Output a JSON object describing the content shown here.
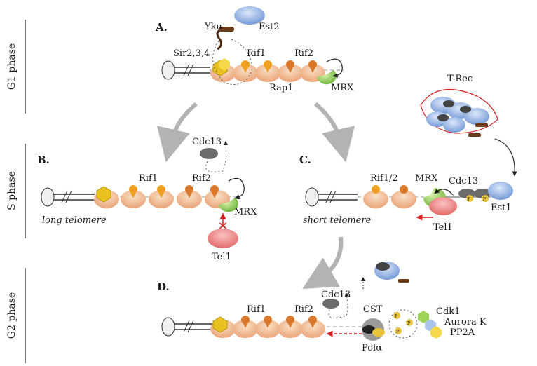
{
  "phases": {
    "g1": "G1 phase",
    "s": "S phase",
    "g2": "G2 phase"
  },
  "panels": {
    "a": {
      "letter": "A.",
      "labels": {
        "yku": "Yku",
        "est2": "Est2",
        "sir": "Sir2,3,4",
        "rif1": "Rif1",
        "rif2": "Rif2",
        "rap1": "Rap1",
        "mrx": "MRX"
      }
    },
    "b": {
      "letter": "B.",
      "labels": {
        "cdc13": "Cdc13",
        "rif1": "Rif1",
        "rif2": "Rif2",
        "mrx": "MRX",
        "tel1": "Tel1",
        "note": "long telomere"
      }
    },
    "c": {
      "letter": "C.",
      "labels": {
        "trec": "T-Rec",
        "rif12": "Rif1/2",
        "mrx": "MRX",
        "cdc13": "Cdc13",
        "est1": "Est1",
        "tel1": "Tel1",
        "note": "short telomere",
        "p": "P"
      }
    },
    "d": {
      "letter": "D.",
      "labels": {
        "cdc13": "Cdc13",
        "rif1": "Rif1",
        "rif2": "Rif2",
        "cst": "CST",
        "pol": "Polα",
        "cdk1": "Cdk1",
        "aurora": "Aurora K",
        "pp2a": "PP2A",
        "p": "P"
      }
    }
  },
  "colors": {
    "nucleosome": "#f3c39a",
    "rif1": "#f0a020",
    "rif2": "#d9782a",
    "sir": "#e8c020",
    "mrx": "#9ed35a",
    "tel1": "#f08c8c",
    "est": "#a9c3ea",
    "cdc13": "#6b6b6b",
    "phospho": "#e8c33a",
    "arrow": "#b3b3b3",
    "red": "#d42020"
  }
}
